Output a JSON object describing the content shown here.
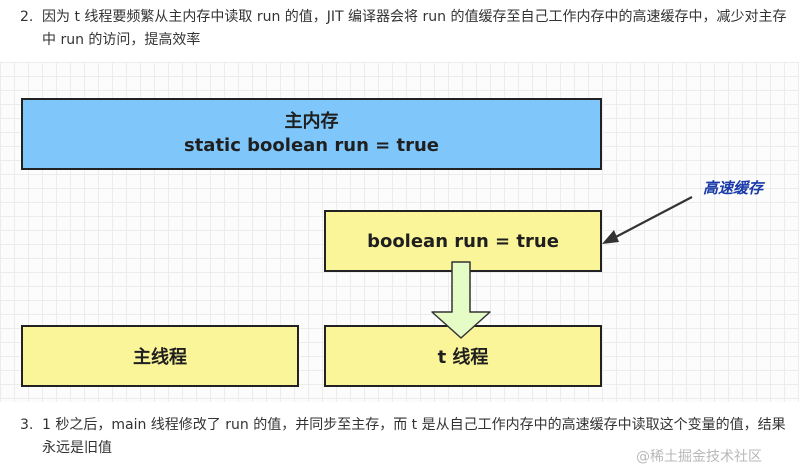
{
  "paragraphs": {
    "p2": {
      "number": "2.",
      "text": "因为 t 线程要频繁从主内存中读取 run 的值，JIT 编译器会将 run 的值缓存至自己工作内存中的高速缓存中，减少对主存中 run 的访问，提高效率"
    },
    "p3": {
      "number": "3.",
      "text": "1 秒之后，main 线程修改了 run 的值，并同步至主存，而 t 是从自己工作内存中的高速缓存中读取这个变量的值，结果永远是旧值"
    }
  },
  "diagram": {
    "main_memory": {
      "title": "主内存",
      "code": "static boolean run = true"
    },
    "cache_box": {
      "code": "boolean run = true"
    },
    "cache_label": "高速缓存",
    "main_thread": {
      "label": "主线程"
    },
    "t_thread": {
      "label": "t 线程"
    }
  },
  "colors": {
    "main_memory_fill": "#7fc7fb",
    "box_fill_yellow": "#fbf59a",
    "down_arrow_fill": "#e6fcc6",
    "label_color": "#1a3aa8"
  },
  "watermark": "@稀土掘金技术社区"
}
